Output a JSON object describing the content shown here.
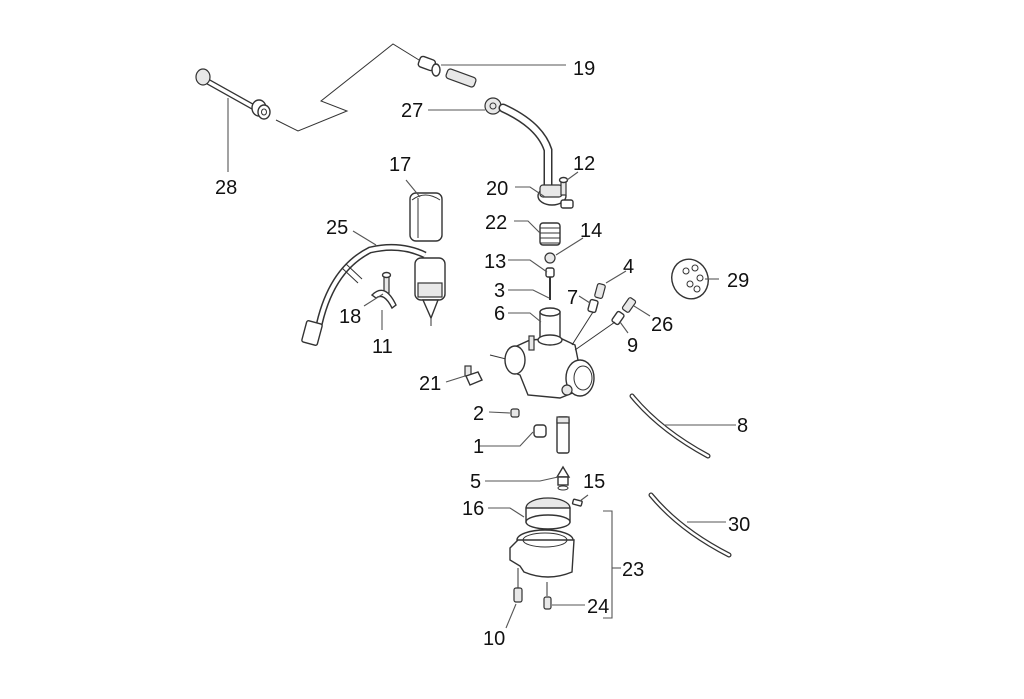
{
  "diagram": {
    "title": "Carburettor exploded parts diagram",
    "callouts": [
      {
        "id": "28",
        "label": "28"
      },
      {
        "id": "19",
        "label": "19"
      },
      {
        "id": "27",
        "label": "27"
      },
      {
        "id": "17",
        "label": "17"
      },
      {
        "id": "12",
        "label": "12"
      },
      {
        "id": "20",
        "label": "20"
      },
      {
        "id": "25",
        "label": "25"
      },
      {
        "id": "22",
        "label": "22"
      },
      {
        "id": "14",
        "label": "14"
      },
      {
        "id": "13",
        "label": "13"
      },
      {
        "id": "4",
        "label": "4"
      },
      {
        "id": "29",
        "label": "29"
      },
      {
        "id": "3",
        "label": "3"
      },
      {
        "id": "7",
        "label": "7"
      },
      {
        "id": "18",
        "label": "18"
      },
      {
        "id": "6",
        "label": "6"
      },
      {
        "id": "26",
        "label": "26"
      },
      {
        "id": "11",
        "label": "11"
      },
      {
        "id": "9",
        "label": "9"
      },
      {
        "id": "21",
        "label": "21"
      },
      {
        "id": "2",
        "label": "2"
      },
      {
        "id": "8",
        "label": "8"
      },
      {
        "id": "1",
        "label": "1"
      },
      {
        "id": "5",
        "label": "5"
      },
      {
        "id": "15",
        "label": "15"
      },
      {
        "id": "16",
        "label": "16"
      },
      {
        "id": "30",
        "label": "30"
      },
      {
        "id": "23",
        "label": "23"
      },
      {
        "id": "24",
        "label": "24"
      },
      {
        "id": "10",
        "label": "10"
      }
    ]
  }
}
